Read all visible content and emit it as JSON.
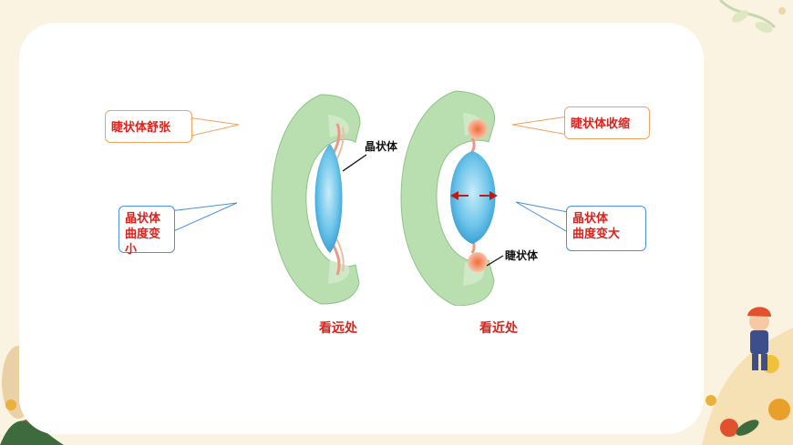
{
  "callouts": {
    "ciliary_relax": "睫状体舒张",
    "ciliary_contract": "睫状体收缩",
    "lens_left_line1": "晶状体",
    "lens_left_line2": "曲度变小",
    "lens_right_line1": "晶状体",
    "lens_right_line2": "曲度变大"
  },
  "diagram_labels": {
    "lens": "晶状体",
    "ciliary_body": "睫状体"
  },
  "captions": {
    "far": "看远处",
    "near": "看近处"
  },
  "colors": {
    "accent_red": "#e0201b",
    "eye_green": "#b9dfb0",
    "lens_blue": "#5db8e0",
    "callout_orange": "#f0a35e",
    "callout_blue": "#4a8fe0"
  }
}
